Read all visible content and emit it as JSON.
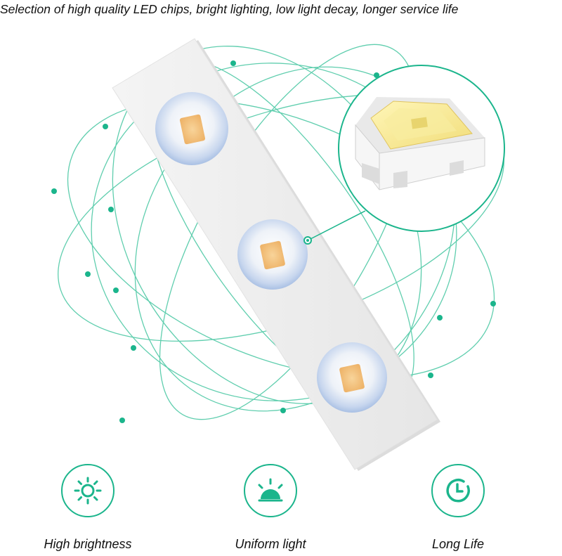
{
  "headline": "Selection of high quality LED chips, bright lighting, low light decay, longer service life",
  "colors": {
    "accent": "#1bb58c",
    "orbit_lines": "#4fc9a6",
    "chip_glow": "#f4c98a",
    "strip": "#eeeeee"
  },
  "features": [
    {
      "icon": "sun-icon",
      "label": "High brightness"
    },
    {
      "icon": "dome-light-icon",
      "label": "Uniform light"
    },
    {
      "icon": "clock-icon",
      "label": "Long Life"
    }
  ]
}
